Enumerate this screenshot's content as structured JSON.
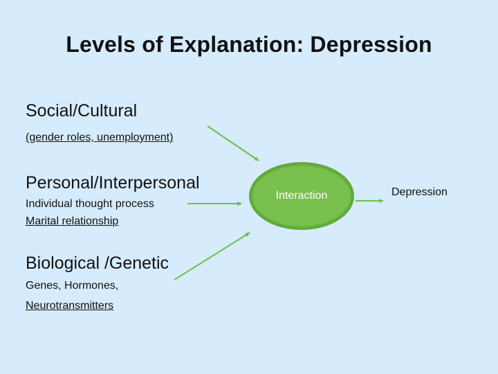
{
  "title": "Levels of Explanation: Depression",
  "levels": [
    {
      "heading": "Social/Cultural",
      "details": [
        "(gender roles, unemployment)"
      ]
    },
    {
      "heading": "Personal/Interpersonal",
      "details": [
        "Individual thought process",
        "Marital relationship"
      ]
    },
    {
      "heading": "Biological /Genetic",
      "details": [
        "Genes, Hormones,",
        "Neurotransmitters"
      ]
    }
  ],
  "center_node": {
    "label": "Interaction"
  },
  "outcome": {
    "label": "Depression"
  },
  "colors": {
    "background": "#d6ebfb",
    "node_fill": "#7ac04f",
    "node_border": "#61a93a",
    "arrow": "#6cc04a",
    "text": "#111111"
  }
}
